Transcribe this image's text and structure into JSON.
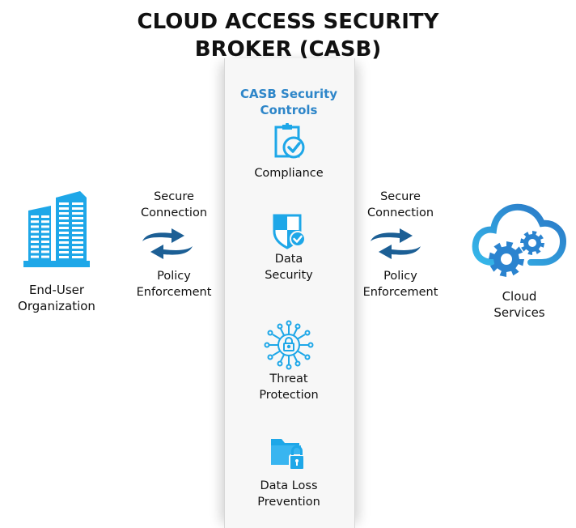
{
  "title": {
    "line1": "CLOUD ACCESS SECURITY",
    "line2": "BROKER (CASB)"
  },
  "panel": {
    "title_line1": "CASB Security",
    "title_line2": "Controls",
    "controls": [
      {
        "icon": "clipboard-check-icon",
        "line1": "Compliance",
        "line2": ""
      },
      {
        "icon": "shield-check-icon",
        "line1": "Data",
        "line2": "Security"
      },
      {
        "icon": "circuit-lock-icon",
        "line1": "Threat",
        "line2": "Protection"
      },
      {
        "icon": "folder-lock-icon",
        "line1": "Data Loss",
        "line2": "Prevention"
      }
    ]
  },
  "left_link": {
    "top_line1": "Secure",
    "top_line2": "Connection",
    "bottom_line1": "Policy",
    "bottom_line2": "Enforcement",
    "icon": "bidirectional-arrows-icon"
  },
  "right_link": {
    "top_line1": "Secure",
    "top_line2": "Connection",
    "bottom_line1": "Policy",
    "bottom_line2": "Enforcement",
    "icon": "bidirectional-arrows-icon"
  },
  "left_endpoint": {
    "icon": "office-buildings-icon",
    "line1": "End-User",
    "line2": "Organization"
  },
  "right_endpoint": {
    "icon": "cloud-gears-icon",
    "line1": "Cloud",
    "line2": "Services"
  },
  "colors": {
    "accent_blue": "#2e86c9",
    "icon_blue": "#1ea7e8",
    "arrow_blue": "#1c5f95",
    "text": "#111111",
    "panel_bg": "#f7f7f7"
  }
}
